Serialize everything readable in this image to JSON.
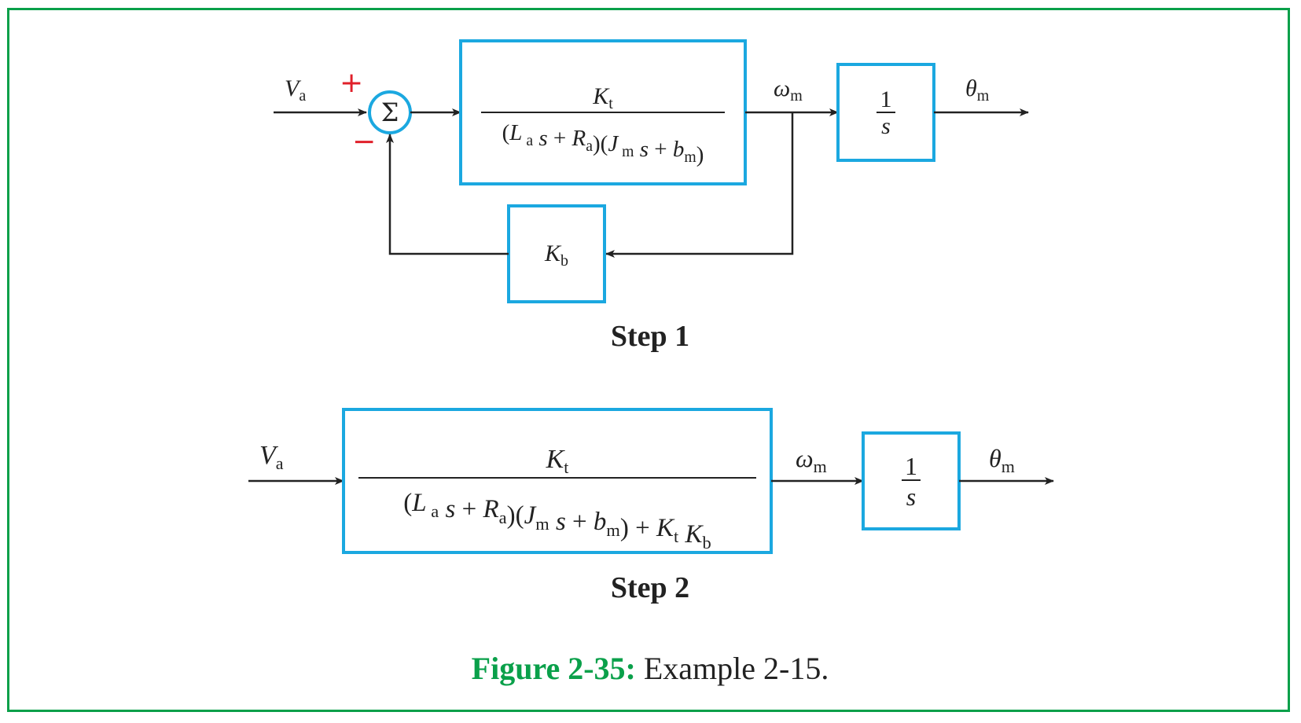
{
  "step1": {
    "input_var": "V",
    "input_sub": "a",
    "plus_sign": "+",
    "minus_sign": "−",
    "sum_symbol": "Σ",
    "block_g": {
      "numerator": {
        "var": "K",
        "sub": "t"
      },
      "denominator": [
        {
          "t": "(",
          "s": "n"
        },
        {
          "t": "L",
          "s": "i"
        },
        {
          "t": " a",
          "s": "sub"
        },
        {
          "t": " s",
          "s": "i"
        },
        {
          "t": " + ",
          "s": "n"
        },
        {
          "t": "R",
          "s": "i"
        },
        {
          "t": "a",
          "s": "sub"
        },
        {
          "t": ")(",
          "s": "n"
        },
        {
          "t": "J",
          "s": "i"
        },
        {
          "t": " m",
          "s": "sub"
        },
        {
          "t": " s",
          "s": "i"
        },
        {
          "t": " + ",
          "s": "n"
        },
        {
          "t": "b",
          "s": "i"
        },
        {
          "t": "m",
          "s": "sub"
        },
        {
          "t": ")",
          "s": "n"
        }
      ]
    },
    "omega_var": "ω",
    "omega_sub": "m",
    "integrator": {
      "numerator": "1",
      "denominator": "s"
    },
    "output_var": "θ",
    "output_sub": "m",
    "feedback": {
      "var": "K",
      "sub": "b"
    },
    "label": "Step  1"
  },
  "step2": {
    "input_var": "V",
    "input_sub": "a",
    "block_g": {
      "numerator": {
        "var": "K",
        "sub": "t"
      },
      "denominator": [
        {
          "t": "(",
          "s": "n"
        },
        {
          "t": "L",
          "s": "i"
        },
        {
          "t": " a",
          "s": "sub"
        },
        {
          "t": " s",
          "s": "i"
        },
        {
          "t": " + ",
          "s": "n"
        },
        {
          "t": "R",
          "s": "i"
        },
        {
          "t": "a",
          "s": "sub"
        },
        {
          "t": ")(",
          "s": "n"
        },
        {
          "t": "J",
          "s": "i"
        },
        {
          "t": "m",
          "s": "sub"
        },
        {
          "t": " s",
          "s": "i"
        },
        {
          "t": " + ",
          "s": "n"
        },
        {
          "t": "b",
          "s": "i"
        },
        {
          "t": "m",
          "s": "sub"
        },
        {
          "t": ") + ",
          "s": "n"
        },
        {
          "t": "K",
          "s": "i"
        },
        {
          "t": "t",
          "s": "sub"
        },
        {
          "t": " K",
          "s": "i"
        },
        {
          "t": "b",
          "s": "sub"
        }
      ]
    },
    "omega_var": "ω",
    "omega_sub": "m",
    "integrator": {
      "numerator": "1",
      "denominator": "s"
    },
    "output_var": "θ",
    "output_sub": "m",
    "label": "Step  2"
  },
  "caption": {
    "figure": "Figure 2-35:",
    "text": " Example 2-15."
  },
  "colors": {
    "block_border": "#1ba8e0",
    "frame": "#0aa04a",
    "sign": "#e0202a",
    "line": "#222222"
  }
}
